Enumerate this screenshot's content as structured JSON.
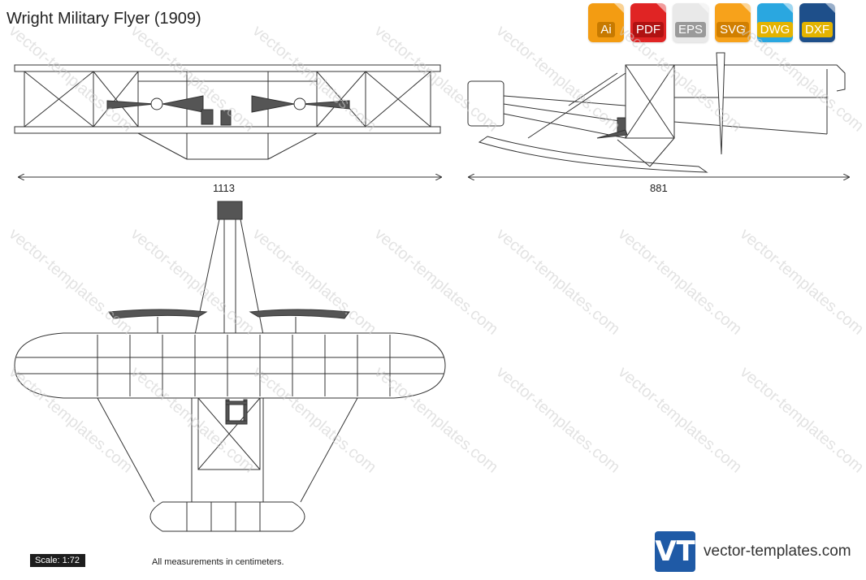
{
  "title": "Wright Military Flyer (1909)",
  "formats": [
    {
      "label": "Ai",
      "color": "#f39c12"
    },
    {
      "label": "PDF",
      "color": "#e02424"
    },
    {
      "label": "EPS",
      "color": "#e9e9e9",
      "text_color": "#7a7a7a"
    },
    {
      "label": "SVG",
      "color": "#f7a21b"
    },
    {
      "label": "DWG",
      "color": "#2aa7e0"
    },
    {
      "label": "DXF",
      "color": "#1e4f8a"
    }
  ],
  "dimensions": {
    "front_width": "1113",
    "side_length": "881"
  },
  "scale": "Scale: 1:72",
  "note": "All measurements in centimeters.",
  "brand": {
    "logo_text": "VT",
    "name": "vector-templates.com"
  },
  "watermark": "vector-templates.com",
  "colors": {
    "line": "#333333",
    "dark_part": "#555555"
  }
}
